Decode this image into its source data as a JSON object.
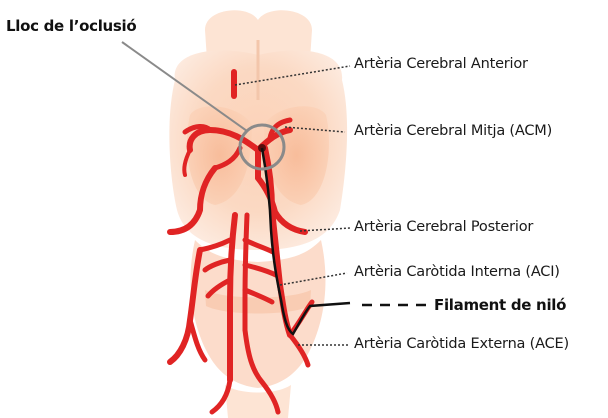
{
  "title": "Lloc de l’oclusió",
  "labels": {
    "aca": "Artèria Cerebral Anterior",
    "acm": "Artèria Cerebral Mitja (ACM)",
    "acp": "Artèria Cerebral Posterior",
    "aci": "Artèria Caròtida Interna (ACI)",
    "ace": "Artèria Caròtida Externa (ACE)"
  },
  "filament": {
    "label": "Filament de niló",
    "marker": "- - - -"
  },
  "colors": {
    "artery": "#e02424",
    "brain_light": "#fde0cf",
    "brain_mid": "#f9c2a2",
    "filament": "#111111",
    "occlusion_circle": "#8a8a8a"
  }
}
